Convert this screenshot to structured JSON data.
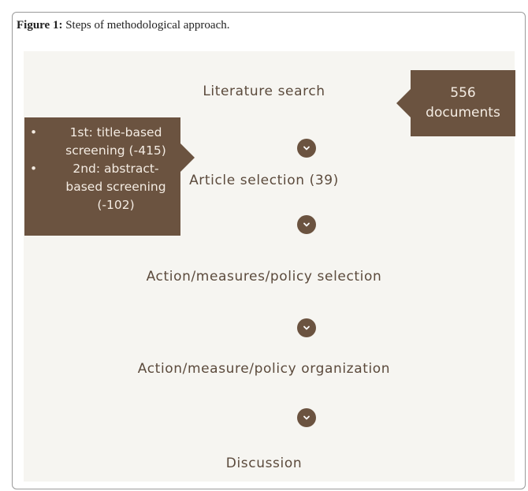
{
  "figure": {
    "label": "Figure 1:",
    "title": "Steps of methodological approach."
  },
  "steps": [
    "Literature search",
    "Article selection (39)",
    "Action/measures/policy selection",
    "Action/measure/policy organization",
    "Discussion"
  ],
  "callout_right": {
    "count": "556",
    "unit": "documents"
  },
  "callout_left": {
    "items": [
      "1st: title-based screening (-415)",
      "2nd: abstract-based screening (-102)"
    ]
  },
  "colors": {
    "accent": "#6b5340",
    "step_text": "#5b4a3c",
    "panel_bg": "#f6f5f1"
  },
  "icons": {
    "connector": "chevron-down-icon"
  }
}
